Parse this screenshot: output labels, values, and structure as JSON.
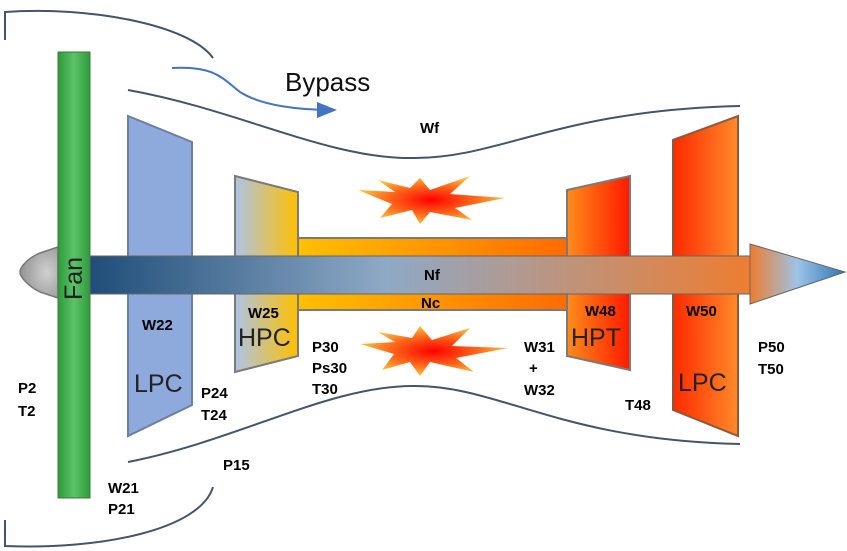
{
  "diagram": {
    "bypass_label": "Bypass",
    "fuel_flow_label": "Wf",
    "fan_label": "Fan",
    "shaft_fan_speed_label": "Nf",
    "shaft_core_speed_label": "Nc",
    "components": {
      "lpc_front": "LPC",
      "hpc": "HPC",
      "hpt": "HPT",
      "lpt_rear": "LPC"
    },
    "stations": {
      "p2": "P2",
      "t2": "T2",
      "w21": "W21",
      "p21": "P21",
      "w22": "W22",
      "p24": "P24",
      "t24": "T24",
      "p15": "P15",
      "w25": "W25",
      "p30": "P30",
      "ps30": "Ps30",
      "t30": "T30",
      "w31": "W31",
      "plus": "+",
      "w32": "W32",
      "w48": "W48",
      "t48": "T48",
      "w50": "W50",
      "p50": "P50",
      "t50": "T50"
    },
    "colors": {
      "fan": "#4caf50",
      "lpc": "#8ea9db",
      "hpc_start": "#b4c7e7",
      "hpc_end": "#ffc000",
      "hpt_start": "#ff7f27",
      "hpt_end": "#ff0000",
      "shaft_start": "#1f4e79",
      "shaft_end": "#ed7d31",
      "outline": "#44546a",
      "bypass_arrow": "#4472c4"
    }
  }
}
